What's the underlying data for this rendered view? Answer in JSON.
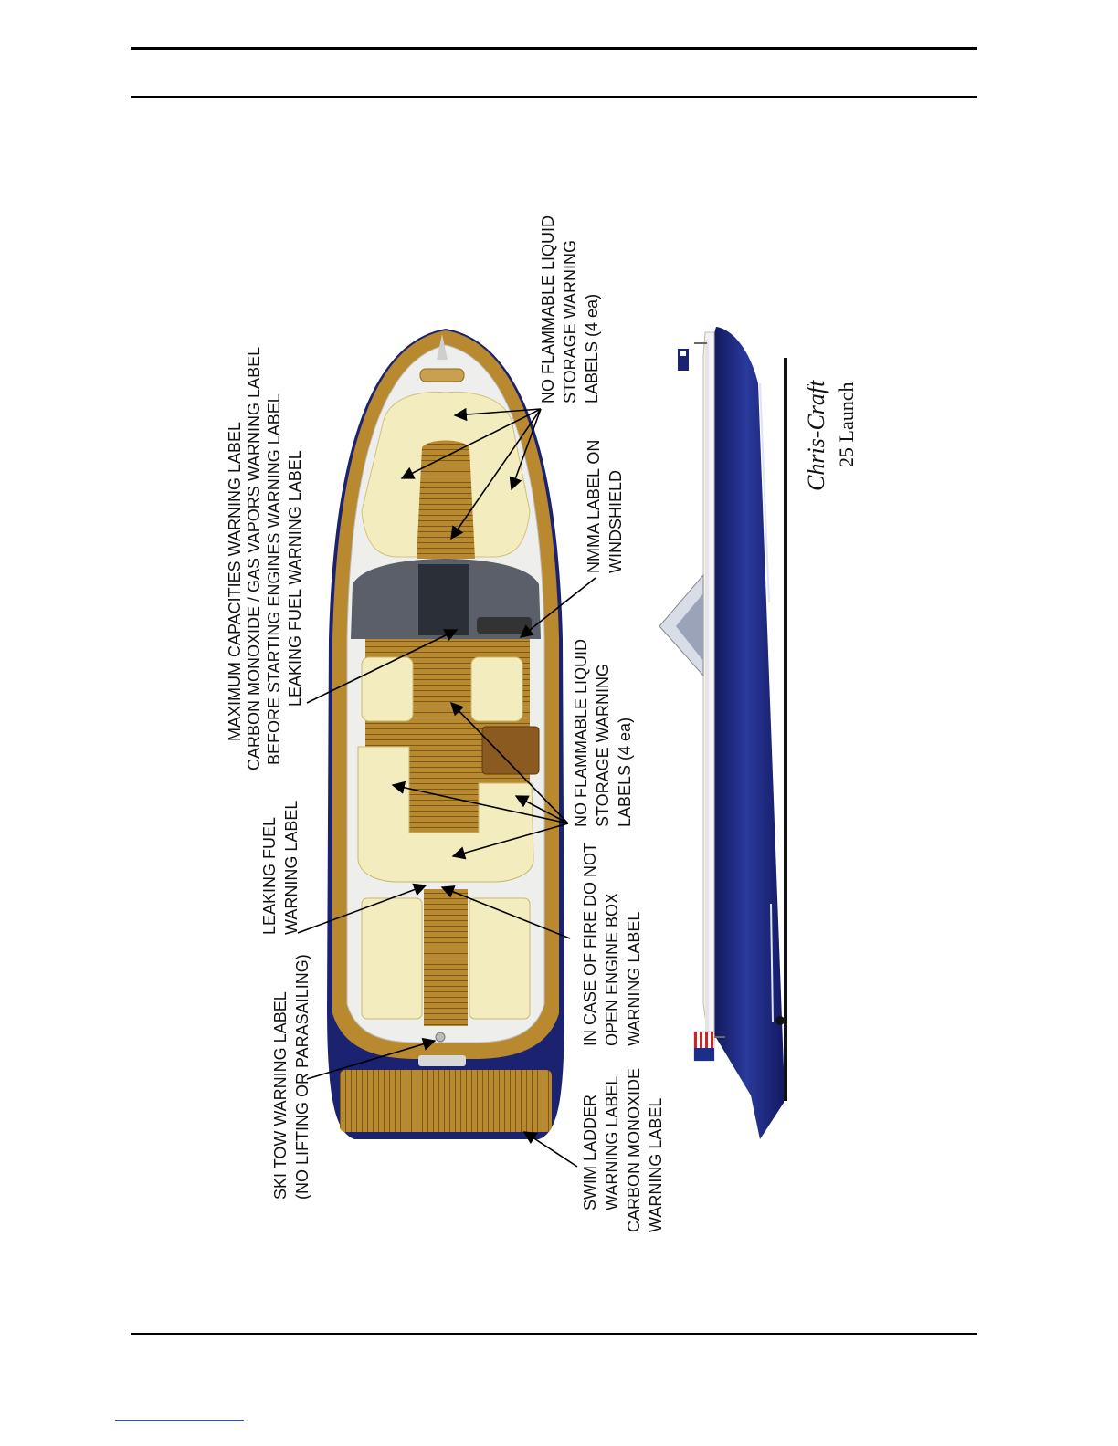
{
  "labels": {
    "bow_storage": [
      "NO FLAMMABLE LIQUID",
      "STORAGE WARNING",
      "LABELS (4 ea)"
    ],
    "nmma": [
      "NMMA LABEL ON",
      "WINDSHIELD"
    ],
    "capacities": [
      "MAXIMUM CAPACITIES WARNING LABEL",
      "CARBON MONOXIDE / GAS VAPORS WARNING LABEL",
      "BEFORE STARTING ENGINES WARNING LABEL",
      "LEAKING FUEL WARNING LABEL"
    ],
    "cockpit_storage": [
      "NO FLAMMABLE LIQUID",
      "STORAGE WARNING",
      "LABELS (4 ea)"
    ],
    "leaking_fuel": [
      "LEAKING FUEL",
      "WARNING LABEL"
    ],
    "fire": [
      "IN CASE OF FIRE DO NOT",
      "OPEN ENGINE BOX",
      "WARNING LABEL"
    ],
    "ski_tow": [
      "SKI TOW WARNING LABEL",
      "(NO LIFTING OR PARASAILING)"
    ],
    "swim_ladder": [
      "SWIM LADDER",
      "WARNING LABEL",
      "CARBON MONOXIDE",
      "WARNING LABEL"
    ]
  },
  "brand": {
    "logo": "Chris-Craft",
    "model": "25 Launch"
  },
  "colors": {
    "hull_navy": "#1b2370",
    "deck_teak": "#b8892e",
    "cushion_cream": "#f3ecbf",
    "deck_white": "#eeeeec"
  }
}
